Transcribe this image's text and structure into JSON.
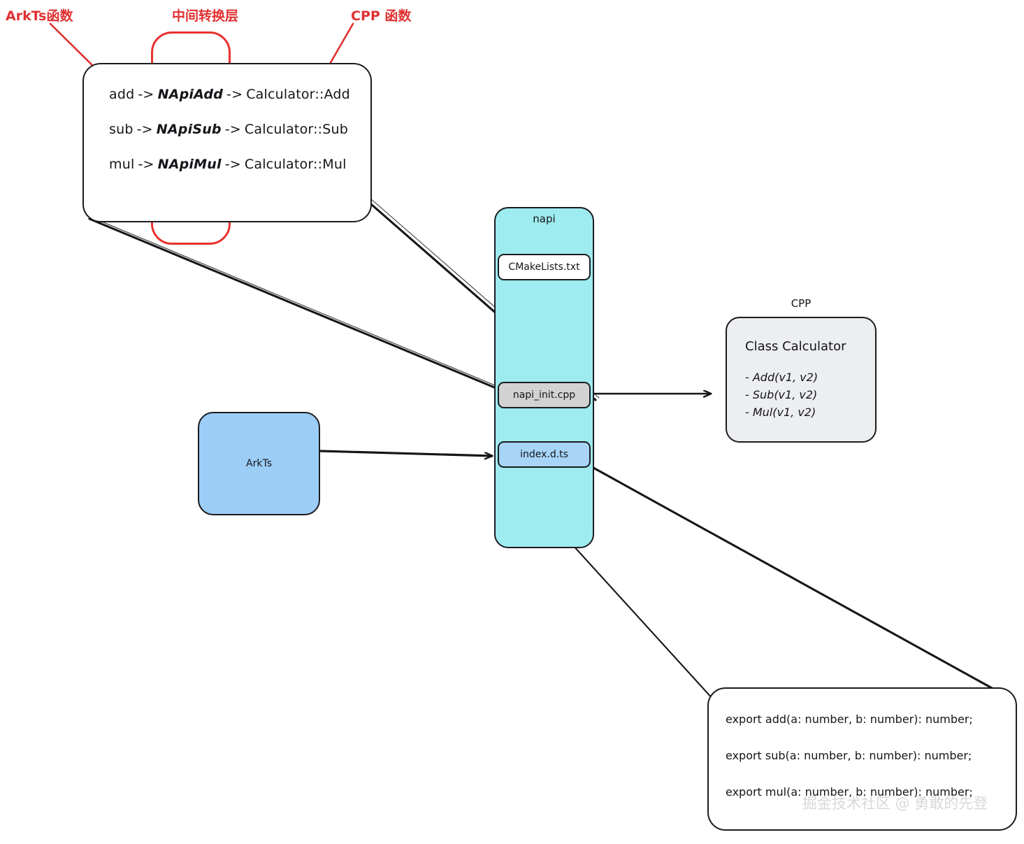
{
  "annotations": {
    "arkts_label": "ArkTs函数",
    "middle_layer_label": "中间转换层",
    "cpp_label": "CPP 函数",
    "highlight_color": "#e8312f"
  },
  "mapping_box": {
    "rows": [
      {
        "arkts": "add",
        "arrow1": "->",
        "napi": "NApiAdd",
        "arrow2": "->",
        "cpp": "Calculator::Add"
      },
      {
        "arkts": "sub",
        "arrow1": "->",
        "napi": "NApiSub",
        "arrow2": "->",
        "cpp": "Calculator::Sub"
      },
      {
        "arkts": "mul",
        "arrow1": "->",
        "napi": "NApiMul",
        "arrow2": "->",
        "cpp": "Calculator::Mul"
      }
    ]
  },
  "napi_module": {
    "title": "napi",
    "background_color": "#9EECEF",
    "files": [
      {
        "name": "CMakeLists.txt",
        "color": "#ffffff"
      },
      {
        "name": "napi_init.cpp",
        "color": "#d2d2d2"
      },
      {
        "name": "index.d.ts",
        "color": "#a7d4f7"
      }
    ]
  },
  "arkts_node": {
    "label": "ArkTs",
    "color": "#9CCDF7"
  },
  "cpp_node": {
    "title": "CPP",
    "class_name": "Class Calculator",
    "methods": [
      "- Add(v1, v2)",
      "- Sub(v1, v2)",
      "- Mul(v1, v2)"
    ],
    "color": "#eceef0"
  },
  "exports_node": {
    "lines": [
      "export add(a: number, b: number): number;",
      "export sub(a: number, b: number): number;",
      "export mul(a: number, b: number): number;"
    ]
  },
  "watermark": {
    "text": "掘金技术社区 @ 勇敢的先登"
  }
}
